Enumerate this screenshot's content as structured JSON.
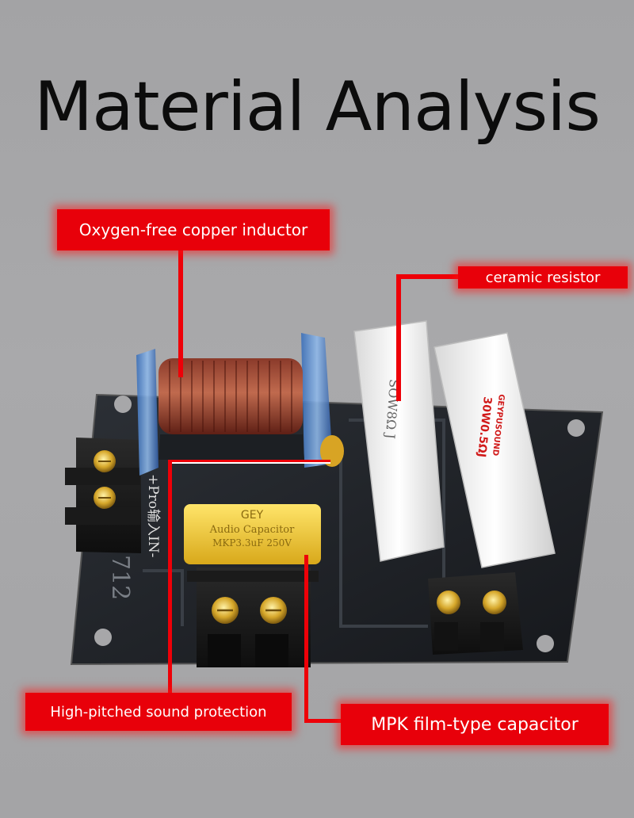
{
  "title": "Material Analysis",
  "callouts": {
    "inductor": "Oxygen-free copper inductor",
    "resistor": "ceramic resistor",
    "protection": "High-pitched sound protection",
    "capacitor": "MPK film-type capacitor"
  },
  "components": {
    "capacitor_brand": "GEY",
    "capacitor_line1": "Audio Capacitor",
    "capacitor_line2": "MKP3.3uF 250V",
    "resistor1_text": "SOW8Ω J",
    "resistor2_brand": "GEYPUSOUND",
    "resistor2_text": "30W0.5ΩJ",
    "board_input_label": "+Pro输入IN-",
    "board_number": "712"
  },
  "colors": {
    "callout_red": "#e8000a",
    "background": "#a7a7a9",
    "board": "#1f2227",
    "capacitor": "#f3d23a"
  }
}
